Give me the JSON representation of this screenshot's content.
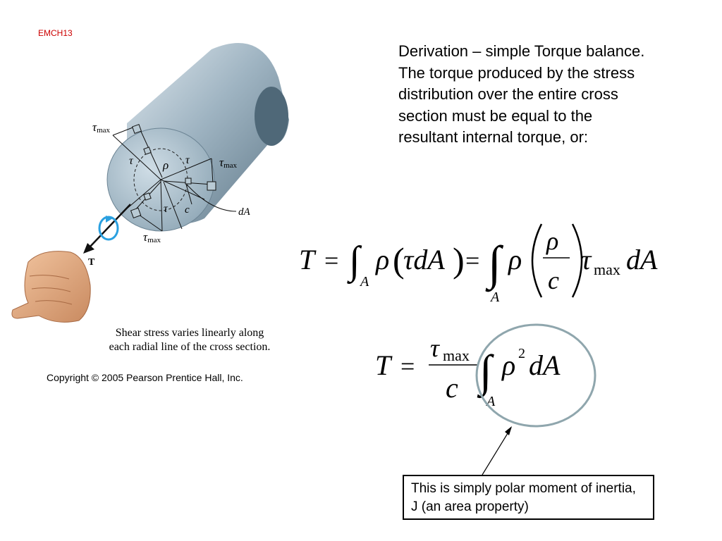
{
  "slide_tag": "EMCH13",
  "paragraph": "Derivation – simple Torque balance.  The torque produced by the stress distribution over the entire cross section must be equal to the resultant internal torque, or:",
  "figure": {
    "label_tau": "τ",
    "label_max": "max",
    "label_rho": "ρ",
    "label_c": "c",
    "label_dA": "dA",
    "label_T": "T",
    "caption_line1": "Shear stress varies linearly along",
    "caption_line2": "each radial line of the cross section.",
    "copyright": "Copyright © 2005 Pearson Prentice Hall, Inc."
  },
  "equation1": {
    "T": "T",
    "eq": "=",
    "int": "∫",
    "sub_A": "A",
    "rho": "ρ",
    "lp": "(",
    "tau_dA": "τdA",
    "rp": ")",
    "frac_num": "ρ",
    "frac_den": "c",
    "tau": "τ",
    "max": "max",
    "dA": "dA"
  },
  "equation2": {
    "T": "T",
    "eq": "=",
    "tau": "τ",
    "max": "max",
    "den": "c",
    "int": "∫",
    "sub_A": "A",
    "rho": "ρ",
    "sup": "2",
    "dA": "dA"
  },
  "callout": "This is simply polar moment of inertia, J (an area property)"
}
